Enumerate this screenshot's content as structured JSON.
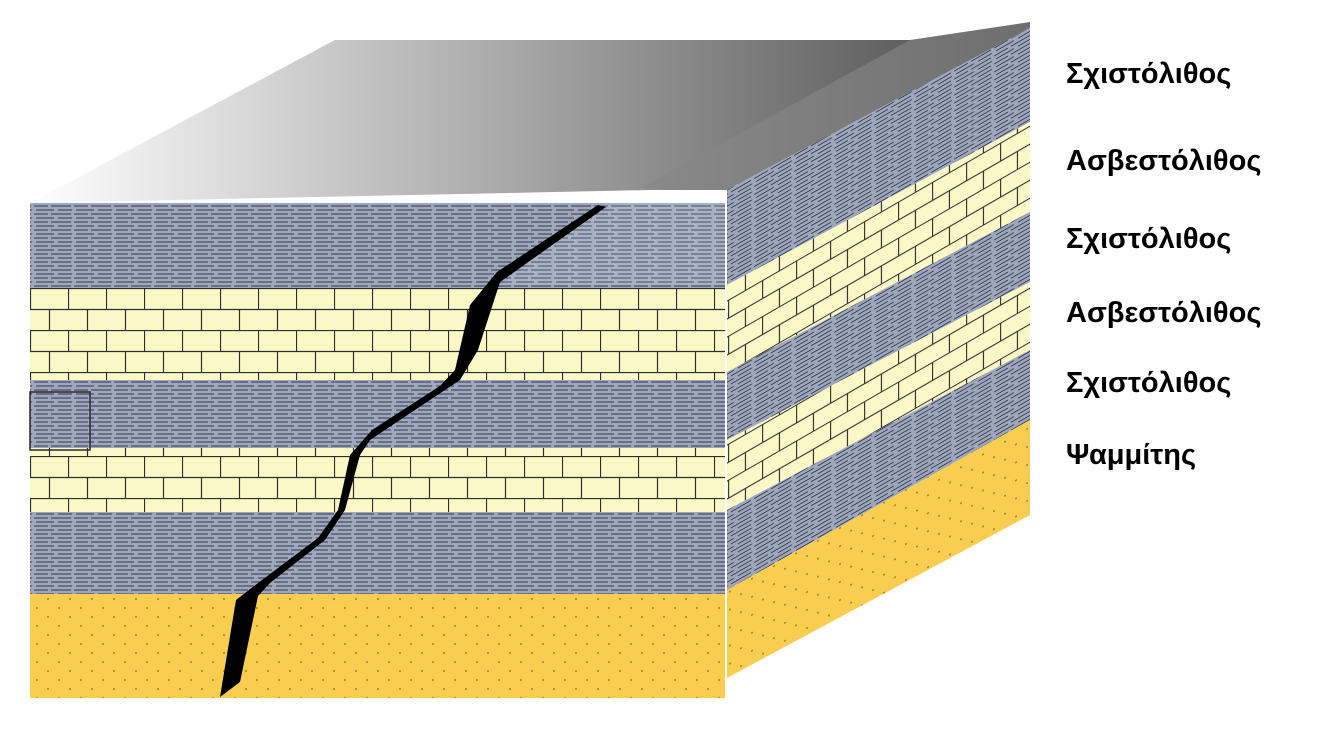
{
  "diagram": {
    "labels": [
      {
        "id": "shale-top",
        "text": "Σχιστόλιθος"
      },
      {
        "id": "limestone-upper",
        "text": "Ασβεστόλιθος"
      },
      {
        "id": "shale-middle",
        "text": "Σχιστόλιθος"
      },
      {
        "id": "limestone-lower",
        "text": "Ασβεστόλιθος"
      },
      {
        "id": "shale-bottom",
        "text": "Σχιστόλιθος"
      },
      {
        "id": "sandstone",
        "text": "Ψαμμίτης"
      }
    ],
    "colors": {
      "shale": "#9ea7be",
      "shale_line": "#343a4a",
      "limestone": "#fbf8c8",
      "brick_line": "#2e2e2e",
      "sandstone": "#f9ce50",
      "sand_dot": "#7a6a30",
      "top_light": "#ffffff",
      "top_dark": "#5f5f5f",
      "fault": "#000000"
    }
  }
}
